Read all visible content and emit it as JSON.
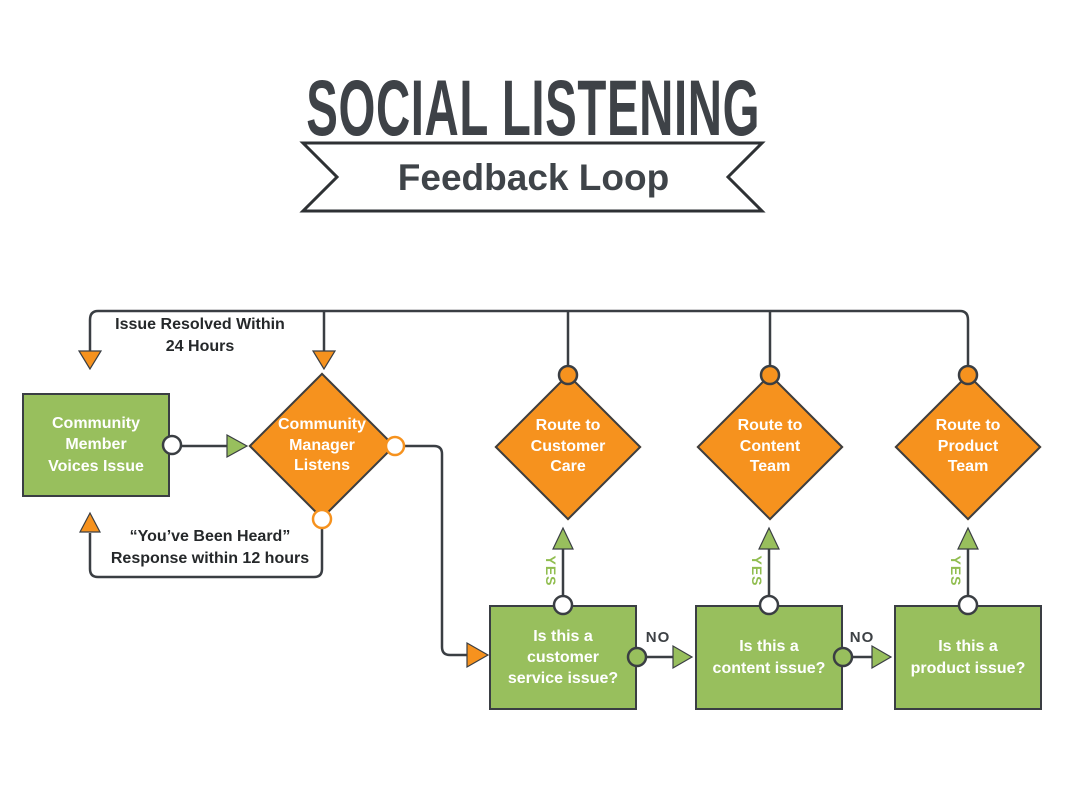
{
  "title": "SOCIAL LISTENING",
  "ribbon": {
    "label": "Feedback Loop"
  },
  "colors": {
    "orange": "#f6921e",
    "green": "#98bf5d",
    "dark_line": "#3a3e43",
    "label_dark": "#25282a",
    "yes_green": "#90bd4f",
    "white": "#ffffff"
  },
  "flow": {
    "start_box": {
      "label": "Community\nMember\nVoices Issue"
    },
    "manager_diamond": {
      "label": "Community\nManager\nListens"
    },
    "route_diamonds": [
      {
        "label": "Route to\nCustomer\nCare"
      },
      {
        "label": "Route to\nContent\nTeam"
      },
      {
        "label": "Route to\nProduct\nTeam"
      }
    ],
    "question_boxes": [
      {
        "label": "Is this a\ncustomer\nservice issue?"
      },
      {
        "label": "Is this a\ncontent issue?"
      },
      {
        "label": "Is this a\nproduct issue?"
      }
    ],
    "edge_labels": {
      "resolved": "Issue Resolved Within\n24 Hours",
      "heard": "“You’ve Been Heard”\nResponse within 12 hours",
      "yes": "YES",
      "no": "NO"
    }
  }
}
